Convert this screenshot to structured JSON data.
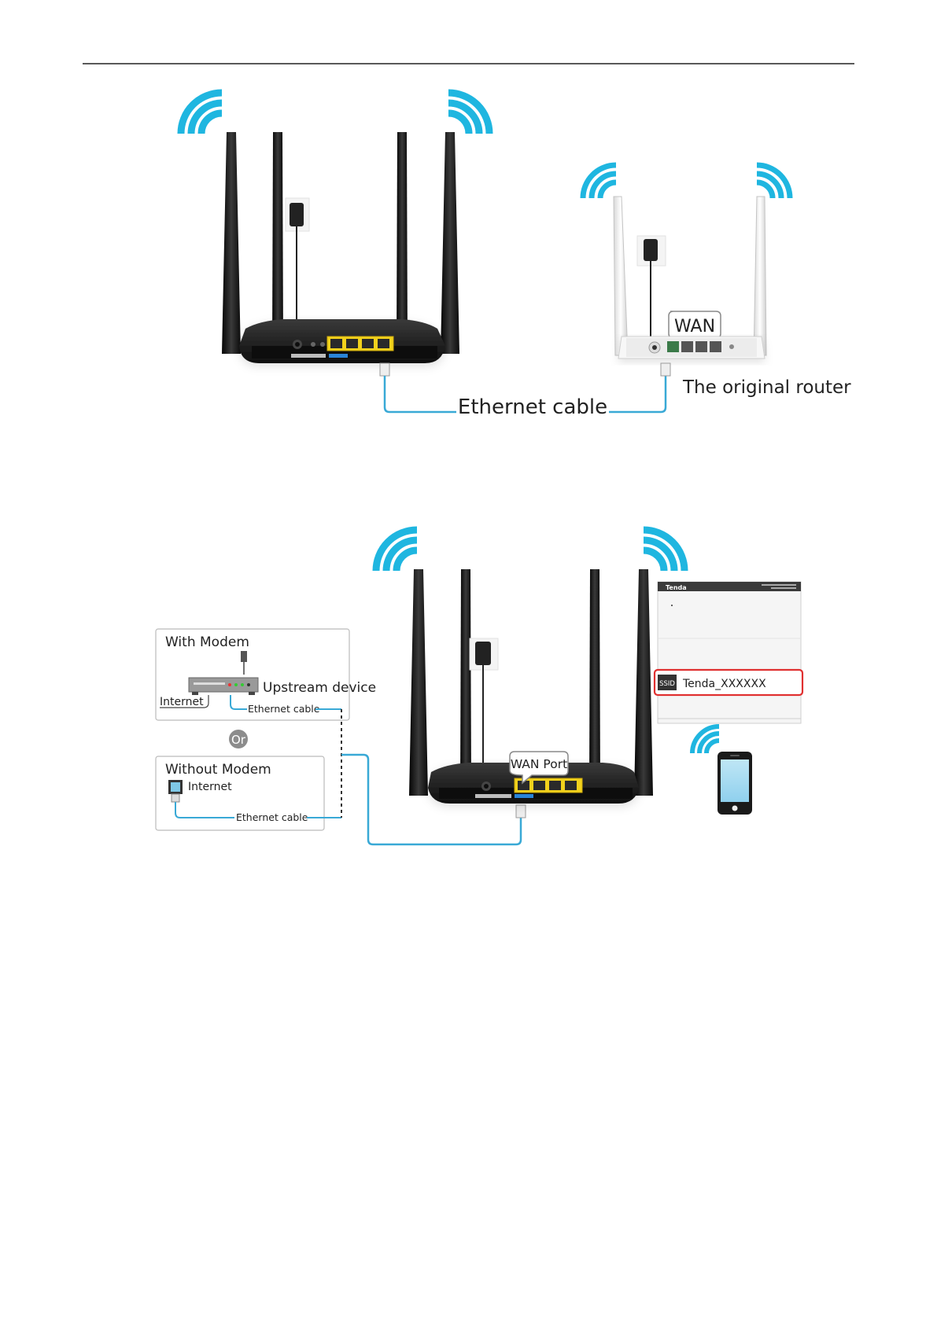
{
  "diagram1": {
    "wan_label": "WAN",
    "cable_label": "Ethernet cable",
    "original_router_label": "The original router"
  },
  "diagram2": {
    "with_modem_title": "With Modem",
    "upstream_label": "Upstream device",
    "internet_label_modem": "Internet",
    "ethernet_label_modem": "Ethernet cable",
    "or_label": "Or",
    "without_modem_title": "Without Modem",
    "internet_label_nomodem": "Internet",
    "ethernet_label_nomodem": "Ethernet cable",
    "wan_port_label": "WAN Port",
    "phone_brand": "Tenda",
    "ssid_tag": "SSID",
    "ssid_value": "Tenda_XXXXXX"
  },
  "colors": {
    "wifi": "#1fb6e0",
    "cable": "#39a9d6",
    "router": "#1b1b1b",
    "port": "#f2d21b",
    "highlight": "#e03030"
  }
}
